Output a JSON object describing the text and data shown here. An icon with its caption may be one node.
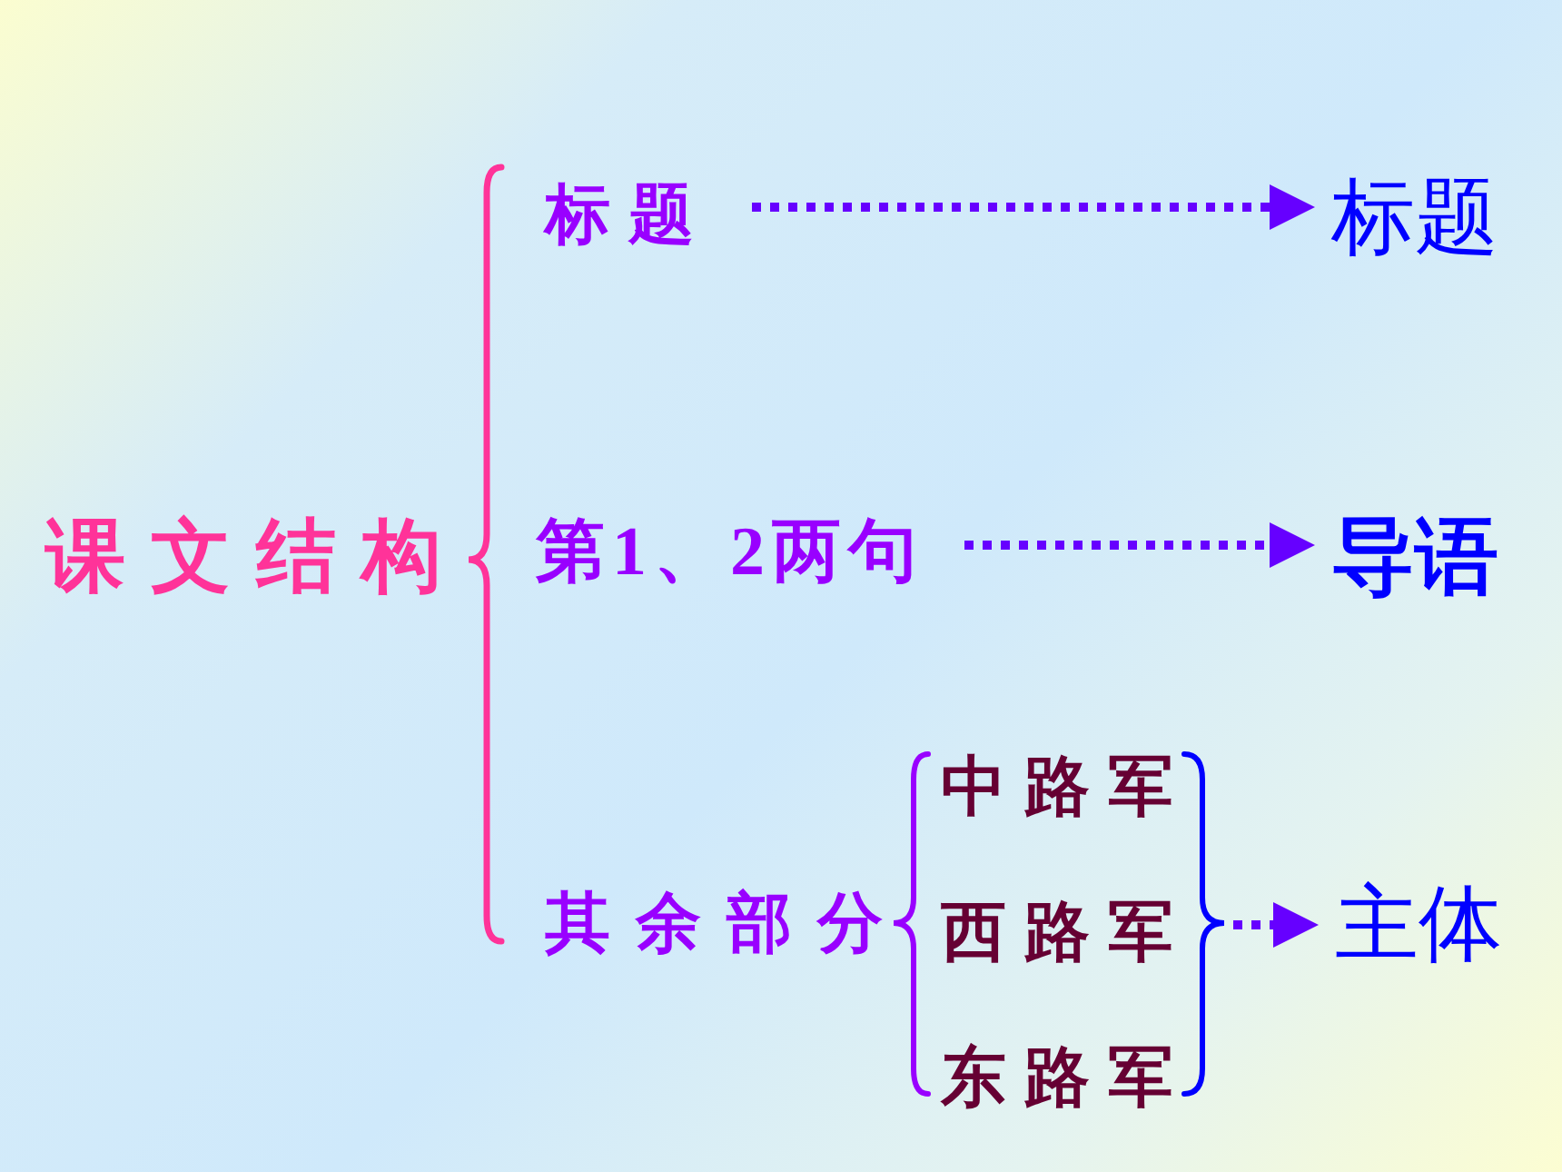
{
  "diagram": {
    "nodes": [
      {
        "text": [
          "课文结构"
        ]
      },
      {
        "text": [
          "标题"
        ]
      },
      {
        "text": [
          "第1、2两句"
        ]
      },
      {
        "text": [
          "其余部分"
        ]
      },
      {
        "text": [
          "中路军"
        ]
      },
      {
        "text": [
          "西路军"
        ]
      },
      {
        "text": [
          "东路军"
        ]
      },
      {
        "text": [],
        "shape": "brace"
      },
      {
        "text": [
          "标题"
        ]
      },
      {
        "text": [
          "导语"
        ]
      },
      {
        "text": [
          "主体"
        ]
      }
    ],
    "edges": [
      {
        "from": 1,
        "to": 8,
        "arrow": "to",
        "style": "dashed"
      },
      {
        "from": 2,
        "to": 9,
        "arrow": "to",
        "style": "dashed"
      },
      {
        "from": 7,
        "to": 10,
        "arrow": "to",
        "style": "dashed"
      }
    ]
  }
}
